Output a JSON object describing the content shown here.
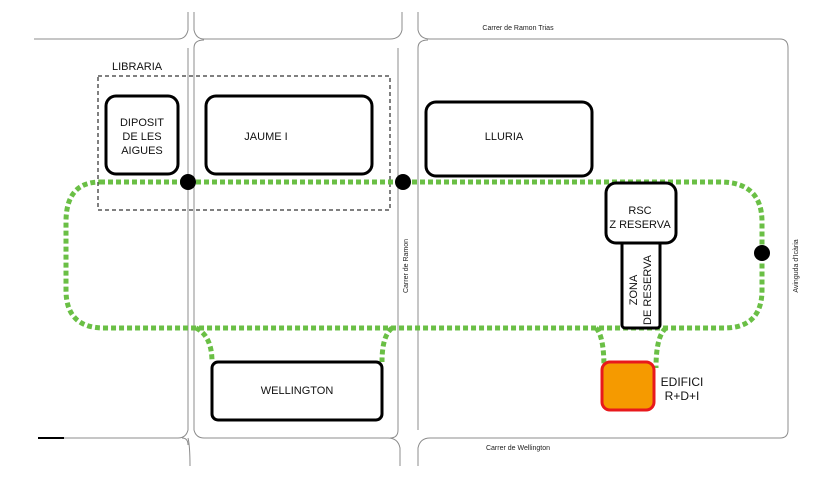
{
  "streets": {
    "north": "Carrer de Ramon Trias",
    "south": "Carrer de Wellington",
    "center": "Carrer de Ramon",
    "east": "Avinguda d'Icària"
  },
  "zones": {
    "library": "LIBRARIA"
  },
  "buildings": {
    "diposit": [
      "DIPOSIT",
      "DE LES",
      "AIGUES"
    ],
    "jaume": "JAUME I",
    "lluria": "LLURIA",
    "rsc": [
      "RSC",
      "Z RESERVA"
    ],
    "zona_reserva": [
      "ZONA",
      "DE RESERVA"
    ],
    "wellington": "WELLINGTON",
    "edifici": [
      "EDIFICI",
      "R+D+I"
    ]
  },
  "colors": {
    "route": "#6abf45",
    "building_fill": "#f59a00",
    "building_border": "#e8191c"
  }
}
